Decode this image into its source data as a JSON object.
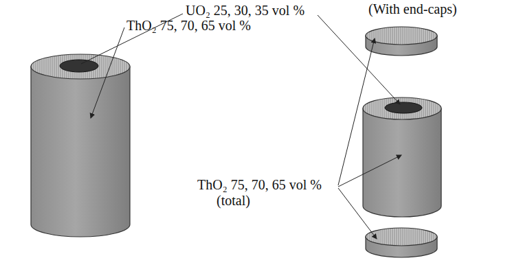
{
  "diagram": {
    "labels": [
      "UO₂ 25, 30, 35 vol %",
      "ThO₂ 75, 70, 65 vol %",
      "(With end-caps)",
      "ThO₂ 75, 70, 65 vol % (total)"
    ]
  }
}
